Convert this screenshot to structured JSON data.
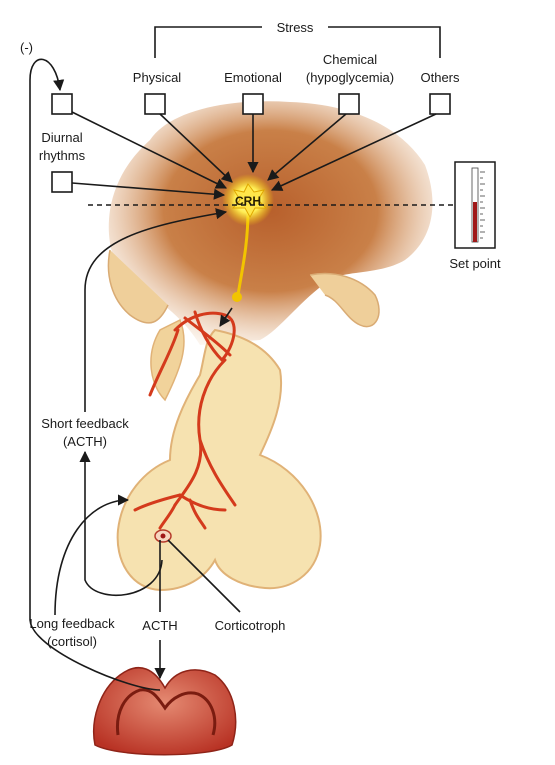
{
  "stress_label": "Stress",
  "negative_sign": "(-)",
  "inputs": {
    "physical": "Physical",
    "emotional": "Emotional",
    "chemical_line1": "Chemical",
    "chemical_line2": "(hypoglycemia)",
    "others": "Others",
    "diurnal_line1": "Diurnal",
    "diurnal_line2": "rhythms"
  },
  "crh_label": "CRH",
  "set_point_label": "Set point",
  "short_feedback_line1": "Short feedback",
  "short_feedback_line2": "(ACTH)",
  "long_feedback_line1": "Long feedback",
  "long_feedback_line2": "(cortisol)",
  "acth_label": "ACTH",
  "corticotroph_label": "Corticotroph",
  "colors": {
    "hypothalamus": "#c0703a",
    "gland_light": "#f6e2b0",
    "gland_edge": "#e0b277",
    "vessels": "#d43a1c",
    "crh_glow": "#ffe64a",
    "adrenal": "#c94232",
    "thermometer_fill": "#a01818"
  }
}
